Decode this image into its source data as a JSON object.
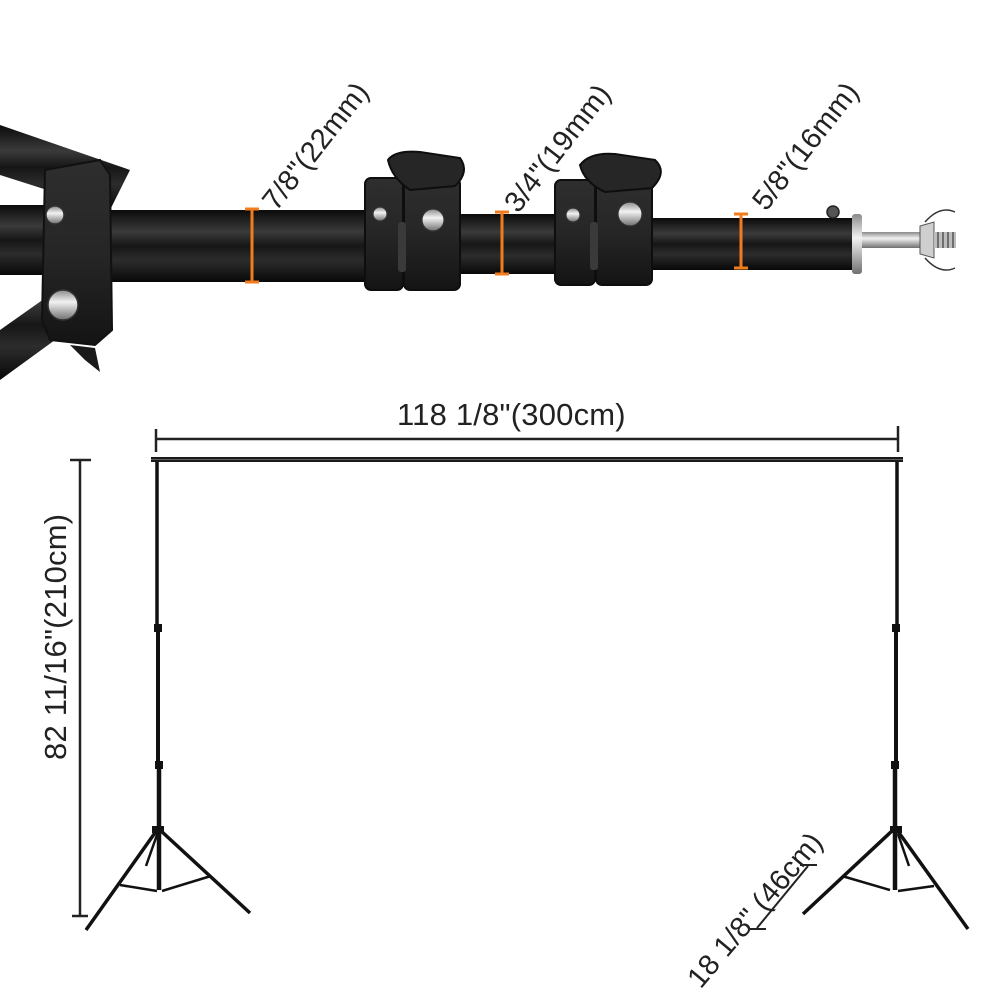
{
  "diagram": {
    "subject": "Backdrop stand kit dimensions",
    "colors": {
      "background": "#ffffff",
      "pole": "#1a1a1a",
      "marker": "#f07c1e",
      "text": "#222222",
      "dimension_line": "#222222"
    },
    "pole_close_up": {
      "segments": [
        {
          "id": "section-1",
          "label": "7/8\"(22mm)",
          "inches": "7/8",
          "mm": 22
        },
        {
          "id": "section-2",
          "label": "3/4\"(19mm)",
          "inches": "3/4",
          "mm": 19
        },
        {
          "id": "section-3",
          "label": "5/8\"(16mm)",
          "inches": "5/8",
          "mm": 16
        }
      ],
      "clamps": 2,
      "tip": "threaded screw tip"
    },
    "stand_dimensions": {
      "width": {
        "label": "118 1/8\"(300cm)",
        "inches": "118 1/8",
        "cm": 300
      },
      "height": {
        "label": "82 11/16\"(210cm)",
        "inches": "82 11/16",
        "cm": 210
      },
      "base_leg": {
        "label": "18 1/8\" (46cm)",
        "inches": "18 1/8",
        "cm": 46
      }
    }
  }
}
